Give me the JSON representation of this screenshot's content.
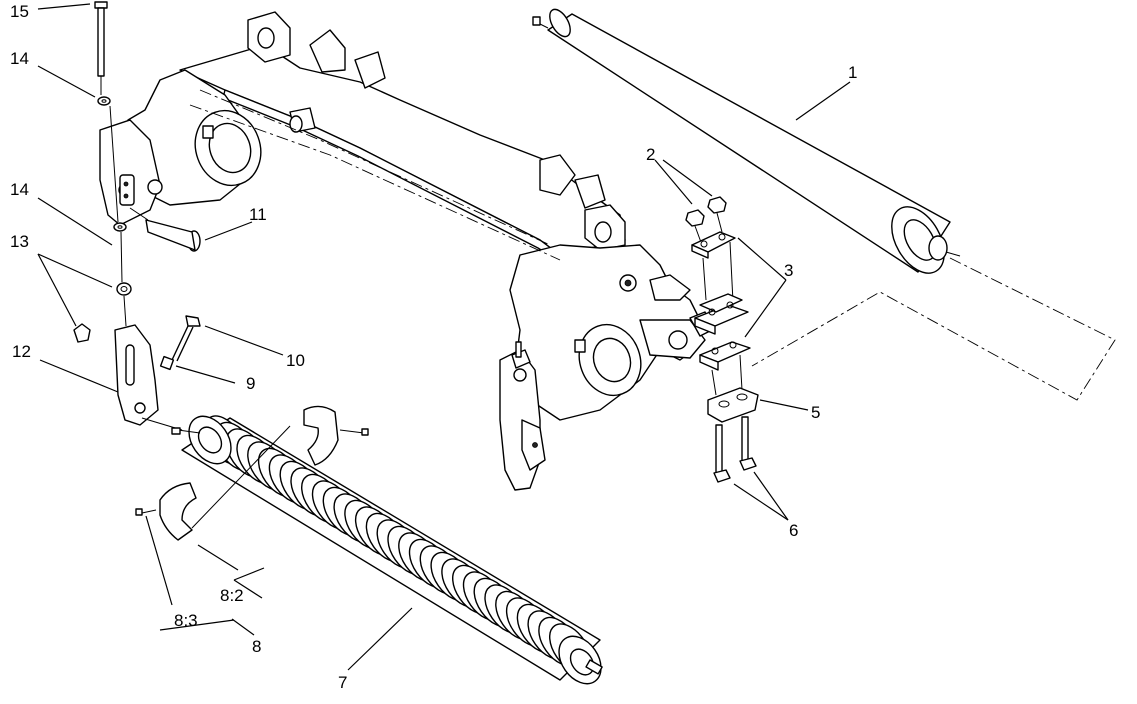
{
  "callouts": {
    "c1": "1",
    "c2": "2",
    "c3": "3",
    "c5": "5",
    "c6": "6",
    "c7": "7",
    "c8": "8",
    "c8_2": "8:2",
    "c8_3": "8:3",
    "c9": "9",
    "c10": "10",
    "c11": "11",
    "c12": "12",
    "c13": "13",
    "c14a": "14",
    "c14b": "14",
    "c15": "15"
  }
}
